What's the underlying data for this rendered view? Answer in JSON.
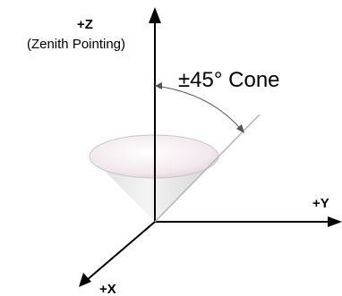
{
  "labels": {
    "z_axis": "+Z",
    "z_axis_note": "(Zenith Pointing)",
    "y_axis": "+Y",
    "x_axis": "+X",
    "cone": "±45° Cone"
  },
  "colors": {
    "axis": "#000000",
    "cone_edge": "#c8c8c8",
    "cone_arc": "#555555",
    "cone_line": "#b5b5b5"
  }
}
